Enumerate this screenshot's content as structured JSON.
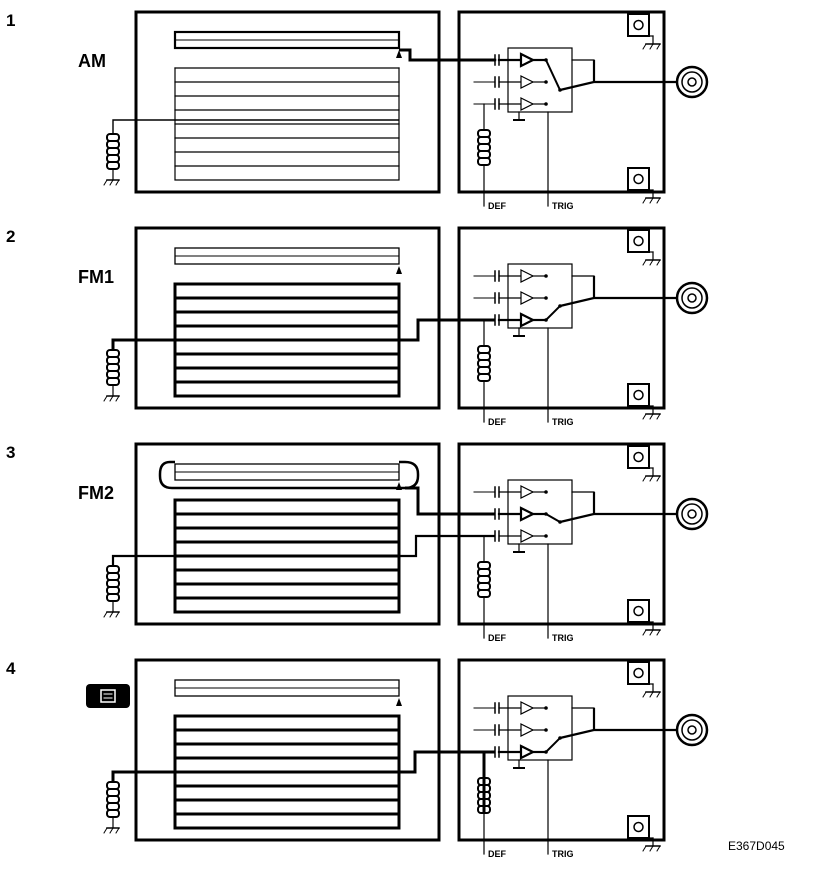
{
  "figure_code": "E367D045",
  "panels": [
    {
      "number": "1",
      "mode_label": "AM",
      "mode_icon": null,
      "active": "am"
    },
    {
      "number": "2",
      "mode_label": "FM1",
      "mode_icon": null,
      "active": "fm1"
    },
    {
      "number": "3",
      "mode_label": "FM2",
      "mode_icon": null,
      "active": "fm2"
    },
    {
      "number": "4",
      "mode_label": "",
      "mode_icon": "tv-icon",
      "active": "tv"
    }
  ],
  "amp_labels": {
    "def": "DEF",
    "trig": "TRIG"
  }
}
